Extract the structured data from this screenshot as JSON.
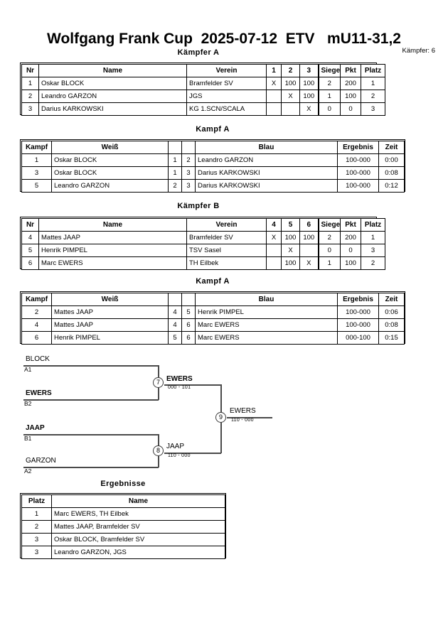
{
  "header": {
    "title": "Wolfgang Frank Cup  2025-07-12  ETV   mU11-31,2",
    "fighter_count_label": "Kämpfer: 6"
  },
  "captions": {
    "pool_a": "Kämpfer A",
    "matches_a1": "Kampf A",
    "pool_b": "Kämpfer B",
    "matches_a2": "Kampf A",
    "results": "Ergebnisse"
  },
  "pool_a": {
    "headers": [
      "Nr",
      "Name",
      "Verein",
      "1",
      "2",
      "3",
      "Siege",
      "Pkt",
      "Platz"
    ],
    "rows": [
      {
        "nr": "1",
        "name": "Oskar BLOCK",
        "club": "Bramfelder SV",
        "m1": "X",
        "m2": "100",
        "m3": "100",
        "siege": "2",
        "pkt": "200",
        "platz": "1"
      },
      {
        "nr": "2",
        "name": "Leandro GARZON",
        "club": "JGS",
        "m1": "",
        "m2": "X",
        "m3": "100",
        "siege": "1",
        "pkt": "100",
        "platz": "2"
      },
      {
        "nr": "3",
        "name": "Darius KARKOWSKI",
        "club": "KG 1.SCN/SCALA",
        "m1": "",
        "m2": "",
        "m3": "X",
        "siege": "0",
        "pkt": "0",
        "platz": "3"
      }
    ]
  },
  "matches_a1": {
    "headers": [
      "Kampf",
      "Weiß",
      "",
      "",
      "Blau",
      "Ergebnis",
      "Zeit"
    ],
    "rows": [
      {
        "kampf": "1",
        "weiss": "Oskar BLOCK",
        "weiss_bold": true,
        "n1": "1",
        "n2": "2",
        "blau": "Leandro GARZON",
        "blau_bold": false,
        "ergebnis": "100-000",
        "zeit": "0:00"
      },
      {
        "kampf": "3",
        "weiss": "Oskar BLOCK",
        "weiss_bold": true,
        "n1": "1",
        "n2": "3",
        "blau": "Darius KARKOWSKI",
        "blau_bold": false,
        "ergebnis": "100-000",
        "zeit": "0:08"
      },
      {
        "kampf": "5",
        "weiss": "Leandro GARZON",
        "weiss_bold": true,
        "n1": "2",
        "n2": "3",
        "blau": "Darius KARKOWSKI",
        "blau_bold": false,
        "ergebnis": "100-000",
        "zeit": "0:12"
      }
    ]
  },
  "pool_b": {
    "headers": [
      "Nr",
      "Name",
      "Verein",
      "4",
      "5",
      "6",
      "Siege",
      "Pkt",
      "Platz"
    ],
    "rows": [
      {
        "nr": "4",
        "name": "Mattes JAAP",
        "club": "Bramfelder SV",
        "m1": "X",
        "m2": "100",
        "m3": "100",
        "siege": "2",
        "pkt": "200",
        "platz": "1"
      },
      {
        "nr": "5",
        "name": "Henrik PIMPEL",
        "club": "TSV Sasel",
        "m1": "",
        "m2": "X",
        "m3": "",
        "siege": "0",
        "pkt": "0",
        "platz": "3"
      },
      {
        "nr": "6",
        "name": "Marc EWERS",
        "club": "TH Eilbek",
        "m1": "",
        "m2": "100",
        "m3": "X",
        "siege": "1",
        "pkt": "100",
        "platz": "2"
      }
    ]
  },
  "matches_a2": {
    "headers": [
      "Kampf",
      "Weiß",
      "",
      "",
      "Blau",
      "Ergebnis",
      "Zeit"
    ],
    "rows": [
      {
        "kampf": "2",
        "weiss": "Mattes JAAP",
        "weiss_bold": true,
        "n1": "4",
        "n2": "5",
        "blau": "Henrik PIMPEL",
        "blau_bold": false,
        "ergebnis": "100-000",
        "zeit": "0:06"
      },
      {
        "kampf": "4",
        "weiss": "Mattes JAAP",
        "weiss_bold": true,
        "n1": "4",
        "n2": "6",
        "blau": "Marc EWERS",
        "blau_bold": false,
        "ergebnis": "100-000",
        "zeit": "0:08"
      },
      {
        "kampf": "6",
        "weiss": "Henrik PIMPEL",
        "weiss_bold": false,
        "n1": "5",
        "n2": "6",
        "blau": "Marc EWERS",
        "blau_bold": true,
        "ergebnis": "000-100",
        "zeit": "0:15"
      }
    ]
  },
  "bracket": {
    "entrants": [
      {
        "name": "BLOCK",
        "seed": "A1",
        "bold": false
      },
      {
        "name": "EWERS",
        "seed": "B2",
        "bold": true
      },
      {
        "name": "JAAP",
        "seed": "B1",
        "bold": true
      },
      {
        "name": "GARZON",
        "seed": "A2",
        "bold": false
      }
    ],
    "matches": [
      {
        "number": "7",
        "winner": "EWERS",
        "score": "000 - 101",
        "bold": true
      },
      {
        "number": "8",
        "winner": "JAAP",
        "score": "110 - 000",
        "bold": false
      },
      {
        "number": "9",
        "winner": "EWERS",
        "score": "110 - 000",
        "bold": false
      }
    ]
  },
  "results": {
    "headers": [
      "Platz",
      "Name"
    ],
    "rows": [
      {
        "platz": "1",
        "name": "Marc EWERS, TH Eilbek"
      },
      {
        "platz": "2",
        "name": "Mattes JAAP, Bramfelder SV"
      },
      {
        "platz": "3",
        "name": "Oskar BLOCK, Bramfelder SV"
      },
      {
        "platz": "3",
        "name": "Leandro GARZON, JGS"
      }
    ]
  }
}
